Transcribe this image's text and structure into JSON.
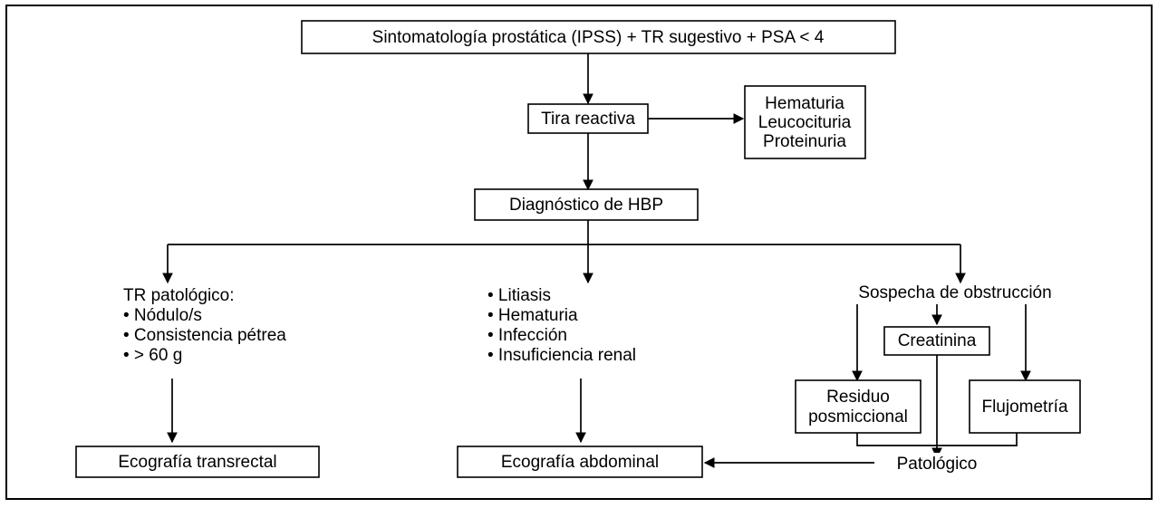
{
  "diagram": {
    "title_text": "Sintomatología prostática (IPSS) + TR sugestivo + PSA < 4",
    "colors": {
      "background": "#ffffff",
      "stroke": "#000000",
      "box_fill": "#ffffff"
    },
    "nodes": {
      "entry": {
        "label": "Sintomatología prostática (IPSS) + TR sugestivo + PSA < 4"
      },
      "dipstick": {
        "label": "Tira reactiva"
      },
      "dipstick_findings": {
        "line1": "Hematuria",
        "line2": "Leucocituria",
        "line3": "Proteinuria"
      },
      "diagnosis": {
        "label": "Diagnóstico de HBP"
      },
      "branch_left": {
        "heading": "TR patológico:",
        "items": [
          "• Nódulo/s",
          "• Consistencia pétrea",
          "• > 60 g"
        ]
      },
      "branch_middle": {
        "items": [
          "• Litiasis",
          "• Hematuria",
          "• Infección",
          "• Insuficiencia renal"
        ]
      },
      "branch_right": {
        "heading": "Sospecha de obstrucción"
      },
      "creatinine": {
        "label": "Creatinina"
      },
      "postvoid_residue": {
        "line1": "Residuo",
        "line2": "posmiccional"
      },
      "uroflowmetry": {
        "label": "Flujometría"
      },
      "pathological": {
        "label": "Patológico"
      },
      "transrectal_us": {
        "label": "Ecografía transrectal"
      },
      "abdominal_us": {
        "label": "Ecografía abdominal"
      }
    }
  }
}
